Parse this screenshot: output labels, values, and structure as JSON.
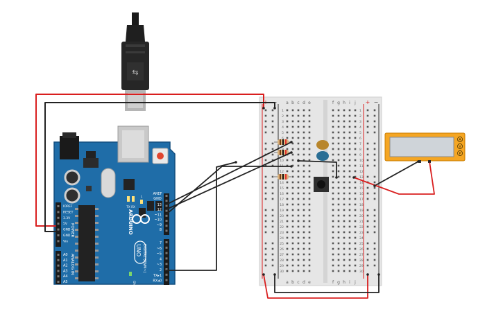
{
  "arduino": {
    "brand": "ARDUINO",
    "model": "UNO",
    "labels": {
      "aref": "AREF",
      "gnd": "GND",
      "digital": "DIGITAL (PWM~)",
      "power": "POWER",
      "analog": "ANALOG IN",
      "on": "ON",
      "tx": "TX",
      "rx": "RX",
      "l": "L"
    },
    "power_pins": [
      "IOREF",
      "RESET",
      "3.3V",
      "5V",
      "GND",
      "GND",
      "Vin"
    ],
    "analog_pins": [
      "A0",
      "A1",
      "A2",
      "A3",
      "A4",
      "A5"
    ],
    "digital_pins_top": [
      "13",
      "12",
      "~11",
      "~10",
      "~9",
      "8"
    ],
    "digital_pins_bottom": [
      "7",
      "~6",
      "~5",
      "4",
      "~3",
      "2",
      "TX▸1",
      "RX◂0"
    ]
  },
  "breadboard": {
    "columns_left": [
      "a",
      "b",
      "c",
      "d",
      "e"
    ],
    "columns_right": [
      "f",
      "g",
      "h",
      "i",
      "j"
    ],
    "rows": [
      "1",
      "2",
      "3",
      "4",
      "5",
      "6",
      "7",
      "8",
      "9",
      "10",
      "11",
      "12",
      "13",
      "14",
      "15",
      "16",
      "17",
      "18",
      "19",
      "20",
      "21",
      "22",
      "23",
      "24",
      "25",
      "26",
      "27",
      "28",
      "29",
      "30"
    ],
    "rail_plus": "+",
    "rail_minus": "−"
  },
  "module": {
    "pins": [
      "A",
      "V",
      "P"
    ]
  },
  "colors": {
    "board": "#1f6da8",
    "board_edge": "#134f7f",
    "wire_red": "#d91e1e",
    "wire_black": "#222222",
    "breadboard": "#e6e6e6",
    "module": "#f5a623"
  }
}
